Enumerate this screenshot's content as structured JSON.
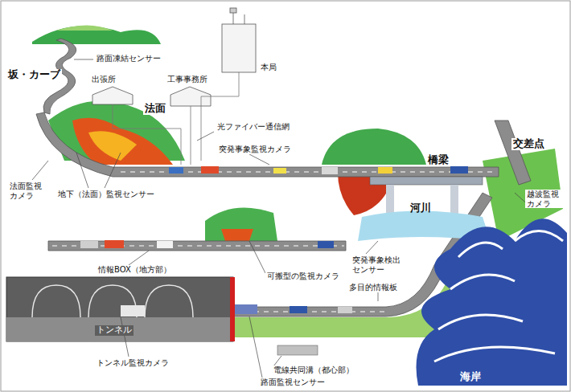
{
  "diagram": {
    "labels": [
      "坂・カーブ",
      "路面凍結センサー",
      "出張所",
      "工事事務所",
      "本局",
      "法面",
      "光ファイバー通信網",
      "突発事象監視カメラ",
      "橋梁",
      "交差点",
      "法面監視カメラ",
      "地下（法面）監視センサー",
      "河川",
      "越波監視カメラ",
      "情報BOX（地方部）",
      "可搬型の監視カメラ",
      "突発事象検出センサー",
      "多目的情報板",
      "トンネル",
      "トンネル監視カメラ",
      "電線共同溝（都心部）",
      "路面監視センサー",
      "海岸"
    ]
  }
}
